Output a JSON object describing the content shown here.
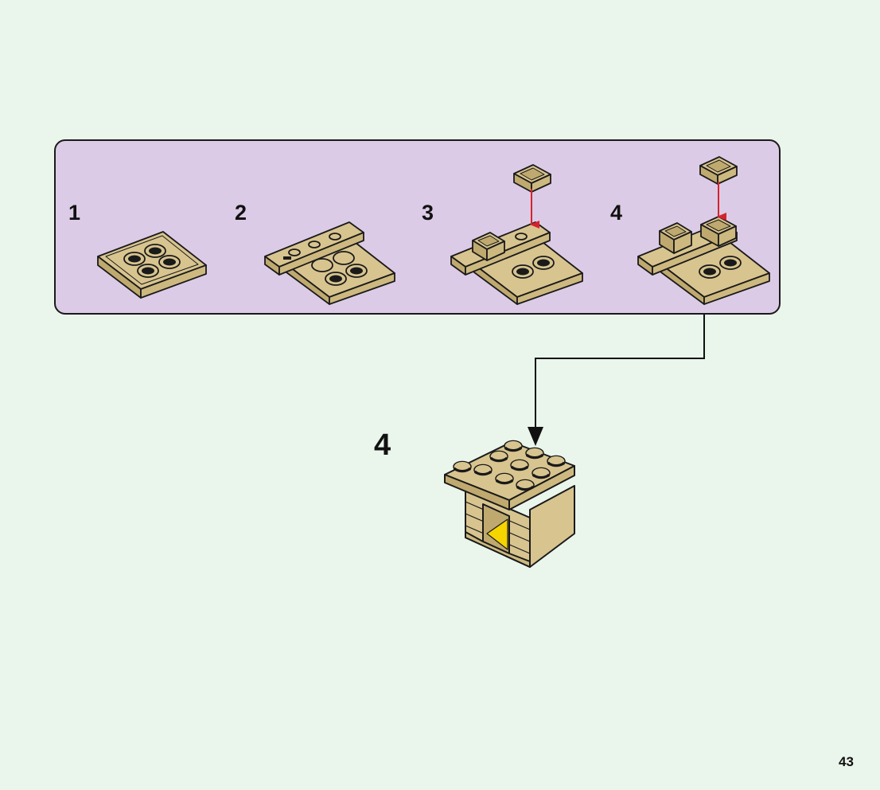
{
  "substeps": [
    {
      "number": "1"
    },
    {
      "number": "2"
    },
    {
      "number": "3"
    },
    {
      "number": "4"
    }
  ],
  "main_step": {
    "number": "4"
  },
  "page_number": "43",
  "colors": {
    "background": "#eaf5ec",
    "subpanel": "#dccbe6",
    "brick_tan": "#d8c48f",
    "brick_shade": "#bfa96e",
    "outline": "#1a1a1a",
    "arrow_red": "#d4232e",
    "fire_yellow": "#f5d400"
  }
}
